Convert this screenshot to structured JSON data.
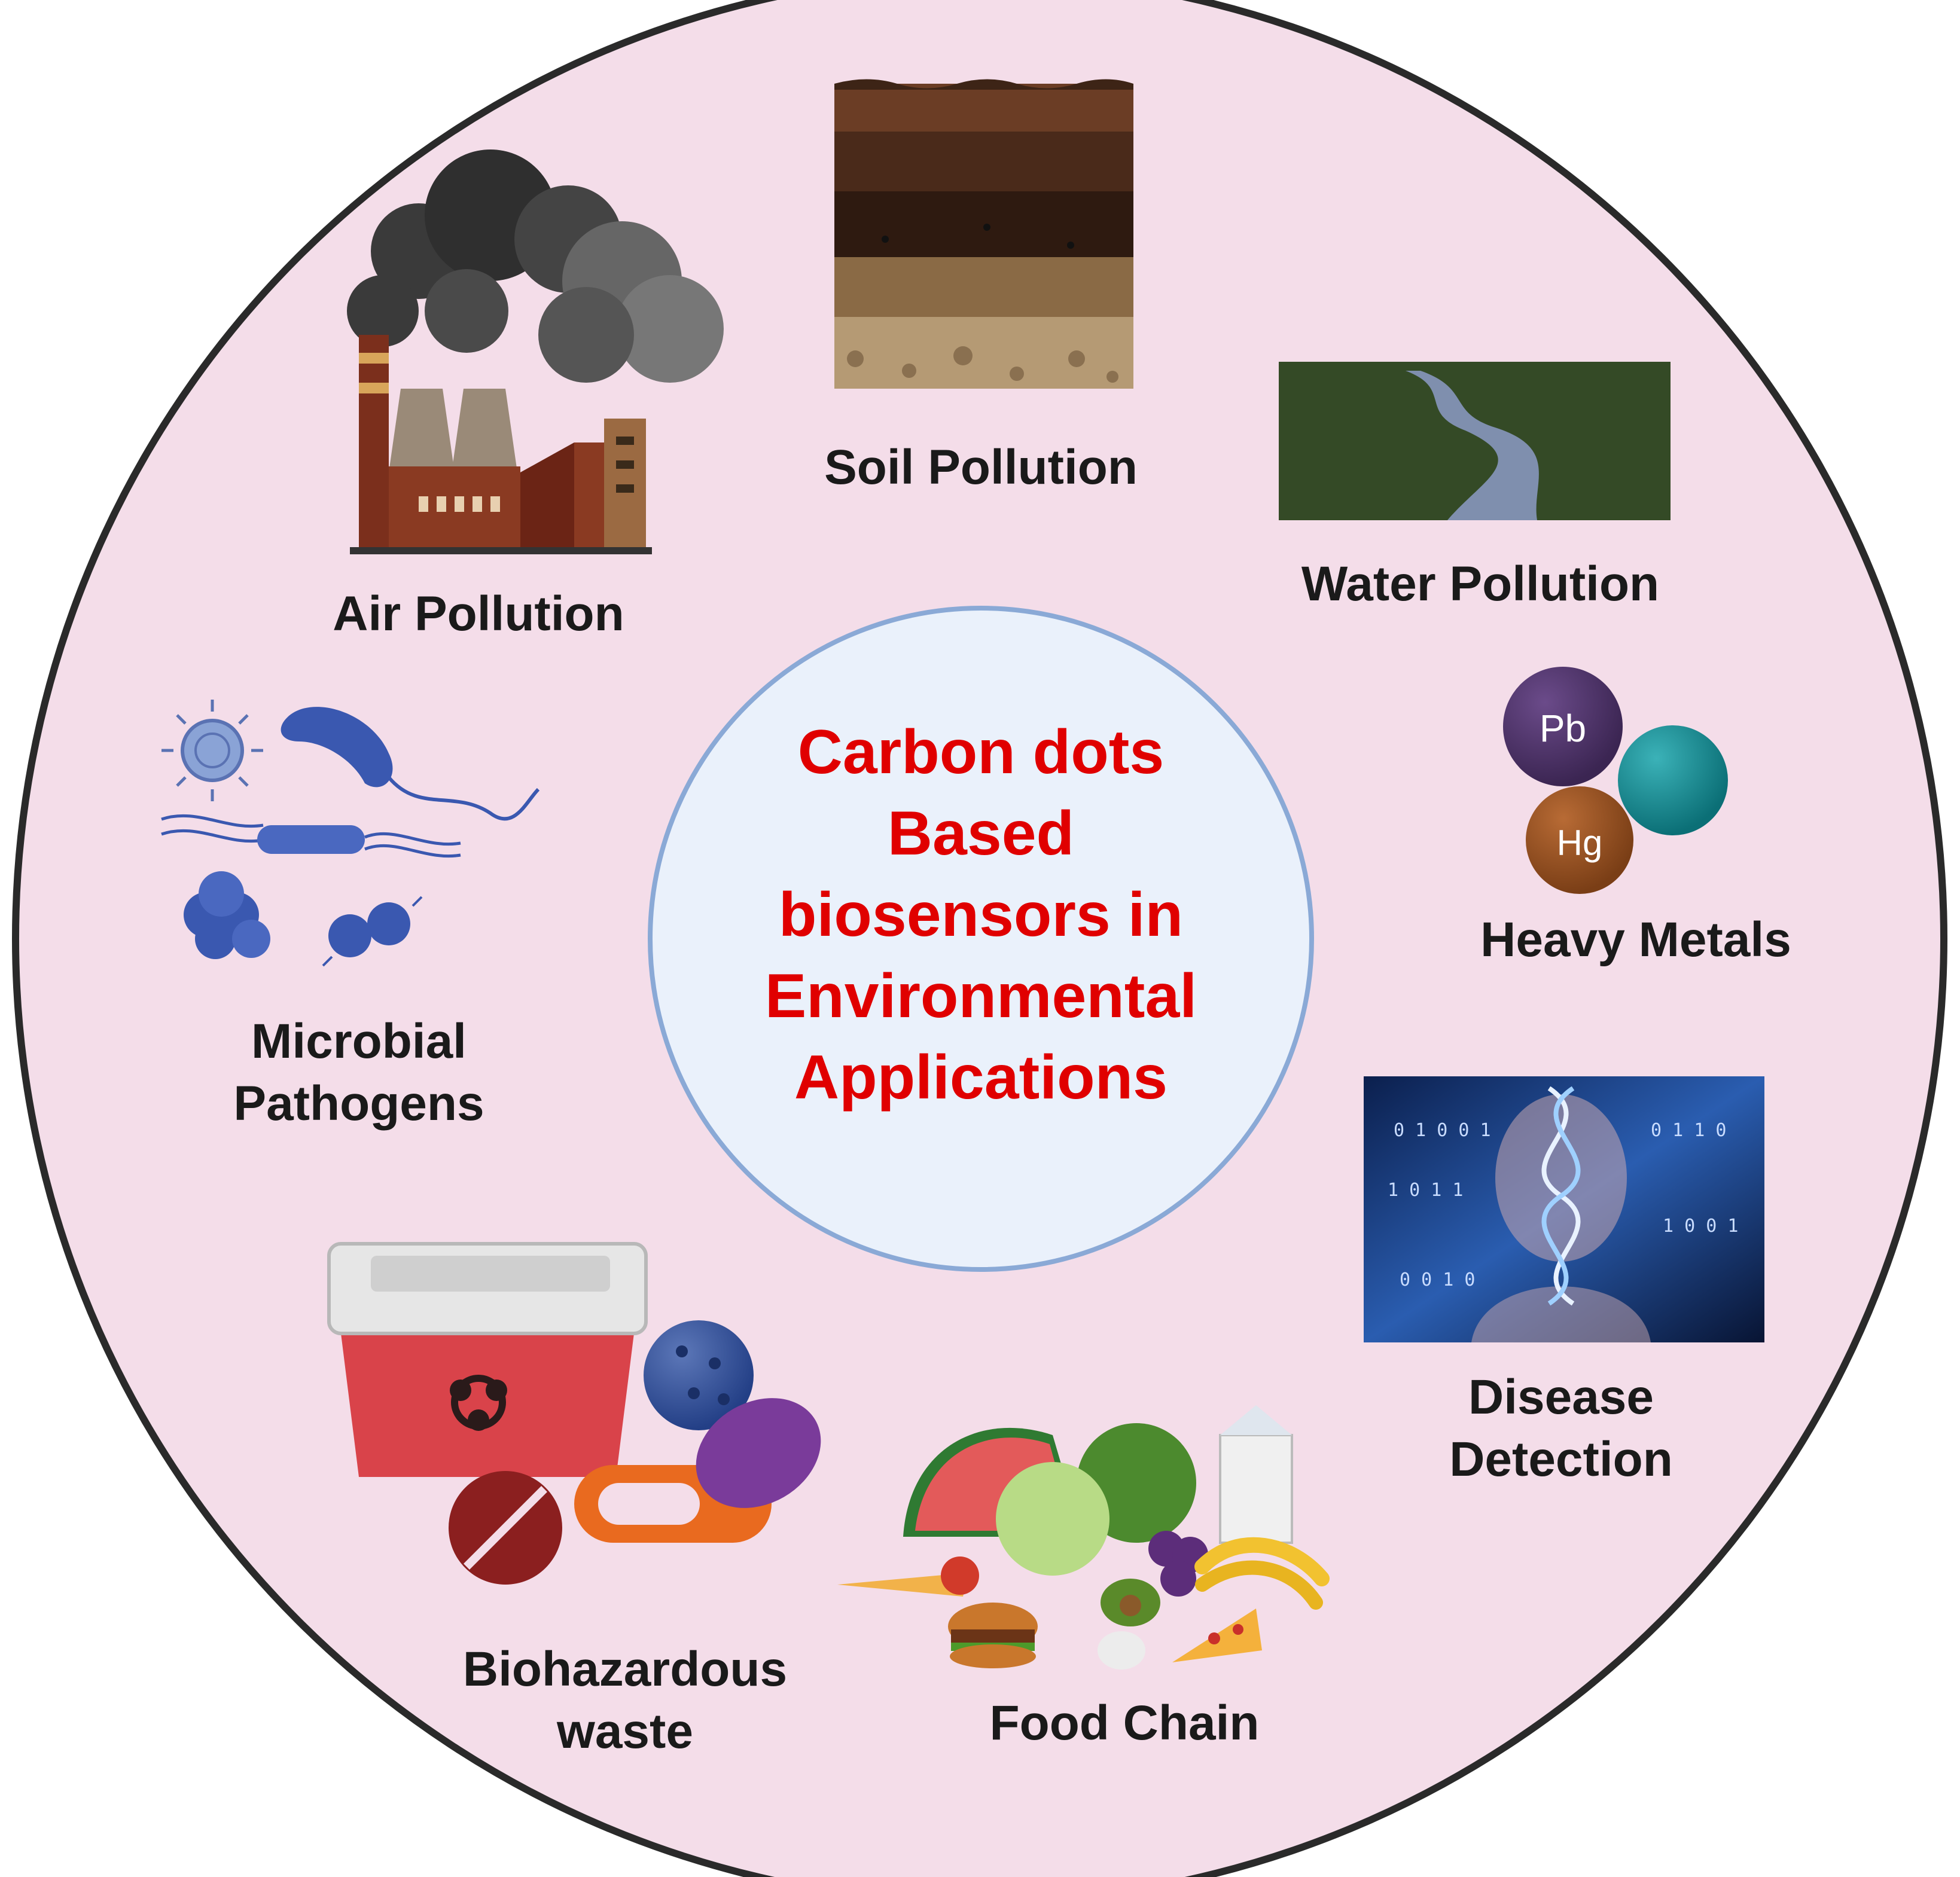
{
  "center": {
    "lines": [
      "Carbon dots",
      "Based",
      "biosensors in",
      "Environmental",
      "Applications"
    ]
  },
  "labels": {
    "air_pollution": "Air Pollution",
    "soil_pollution": "Soil Pollution",
    "water_pollution": "Water Pollution",
    "microbial_pathogens": [
      "Microbial",
      "Pathogens"
    ],
    "heavy_metals": "Heavy Metals",
    "disease_detection": [
      "Disease",
      "Detection"
    ],
    "biohazardous_waste": [
      "Biohazardous",
      "waste"
    ],
    "food_chain": "Food Chain"
  },
  "heavy_metals_elements": [
    "Pb",
    "Hg"
  ],
  "colors": {
    "outer_circle_fill": "#f4dde9",
    "outer_circle_stroke": "#2a2a2a",
    "inner_circle_fill": "#eaf1fb",
    "inner_circle_stroke": "#8aa9d6",
    "title_red": "#e00000",
    "label_text": "#1a1a1a"
  },
  "icons": [
    "factory-smoke-icon",
    "soil-layers-icon",
    "river-landscape-icon",
    "microbes-icon",
    "heavy-metal-spheres-icon",
    "dna-human-icon",
    "biohazard-container-icon",
    "food-assortment-icon"
  ]
}
